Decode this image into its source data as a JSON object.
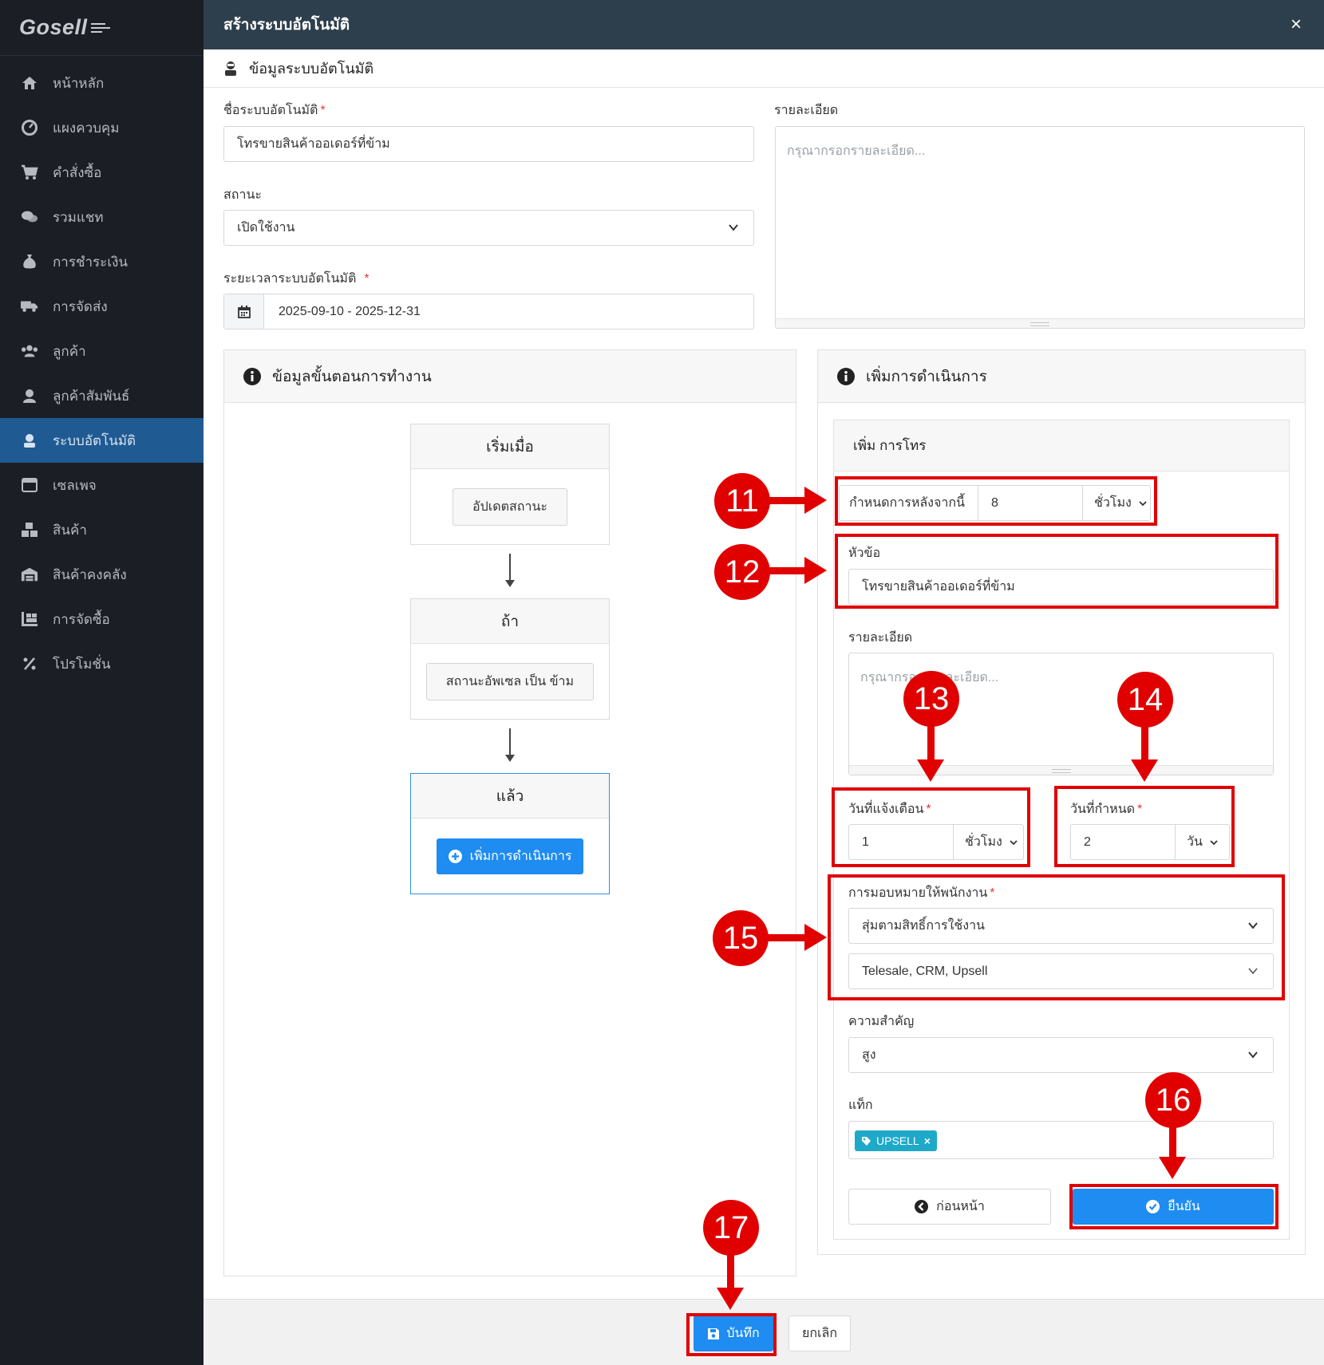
{
  "sidebar": {
    "logo": "Gosell",
    "items": [
      {
        "label": "หน้าหลัก",
        "icon": "home-icon"
      },
      {
        "label": "แผงควบคุม",
        "icon": "dashboard-icon"
      },
      {
        "label": "คำสั่งซื้อ",
        "icon": "cart-icon"
      },
      {
        "label": "รวมแชท",
        "icon": "chat-icon"
      },
      {
        "label": "การชำระเงิน",
        "icon": "money-bag-icon"
      },
      {
        "label": "การจัดส่ง",
        "icon": "truck-icon"
      },
      {
        "label": "ลูกค้า",
        "icon": "users-icon"
      },
      {
        "label": "ลูกค้าสัมพันธ์",
        "icon": "user-headset-icon"
      },
      {
        "label": "ระบบอัตโนมัติ",
        "icon": "robot-icon"
      },
      {
        "label": "เซลเพจ",
        "icon": "page-window-icon"
      },
      {
        "label": "สินค้า",
        "icon": "boxes-icon"
      },
      {
        "label": "สินค้าคงคลัง",
        "icon": "warehouse-icon"
      },
      {
        "label": "การจัดซื้อ",
        "icon": "purchase-icon"
      },
      {
        "label": "โปรโมชั่น",
        "icon": "percent-icon"
      }
    ],
    "active_index": 8
  },
  "modal": {
    "title": "สร้างระบบอัตโนมัติ",
    "close": "×",
    "section_title": "ข้อมูลระบบอัตโนมัติ"
  },
  "form": {
    "name_label": "ชื่อระบบอัตโนมัติ",
    "name_value": "โทรขายสินค้าออเดอร์ที่ข้าม",
    "status_label": "สถานะ",
    "status_value": "เปิดใช้งาน",
    "period_label": "ระยะเวลาระบบอัตโนมัติ",
    "period_value": "2025-09-10 - 2025-12-31",
    "detail_label": "รายละเอียด",
    "detail_placeholder": "กรุณากรอกรายละเอียด...",
    "required_mark": "*"
  },
  "workflow": {
    "title": "ข้อมูลขั้นตอนการทำงาน",
    "start_title": "เริ่มเมื่อ",
    "start_chip": "อัปเดตสถานะ",
    "if_title": "ถ้า",
    "if_chip": "สถานะอัพเซล เป็น ข้าม",
    "then_title": "แล้ว",
    "add_action": "เพิ่มการดำเนินการ"
  },
  "action": {
    "title": "เพิ่มการดำเนินการ",
    "card_title": "เพิ่ม การโทร",
    "schedule_label": "กำหนดการหลังจากนี้",
    "schedule_value": "8",
    "schedule_unit": "ชั่วโมง",
    "subject_label": "หัวข้อ",
    "subject_value": "โทรขายสินค้าออเดอร์ที่ข้าม",
    "detail_label": "รายละเอียด",
    "detail_placeholder": "กรุณากรอกรายละเอียด...",
    "notify_label": "วันที่แจ้งเตือน",
    "notify_value": "1",
    "notify_unit": "ชั่วโมง",
    "due_label": "วันที่กำหนด",
    "due_value": "2",
    "due_unit": "วัน",
    "assign_label": "การมอบหมายให้พนักงาน",
    "assign_mode": "สุ่มตามสิทธิ์การใช้งาน",
    "assign_roles": "Telesale, CRM, Upsell",
    "priority_label": "ความสำคัญ",
    "priority_value": "สูง",
    "tag_label": "แท็ก",
    "tag_value": "UPSELL",
    "tag_remove": "×",
    "back_button": "ก่อนหน้า",
    "confirm_button": "ยืนยัน"
  },
  "footer": {
    "save_button": "บันทึก",
    "cancel_button": "ยกเลิก"
  },
  "annotations": {
    "badges": [
      "11",
      "12",
      "13",
      "14",
      "15",
      "16",
      "17"
    ],
    "color": "#e00000"
  },
  "colors": {
    "sidebar_bg": "#1b1e24",
    "sidebar_active": "#1f5a93",
    "header_bg": "#2d3f4c",
    "primary": "#1e8cf0",
    "tag": "#1fa9c8"
  }
}
